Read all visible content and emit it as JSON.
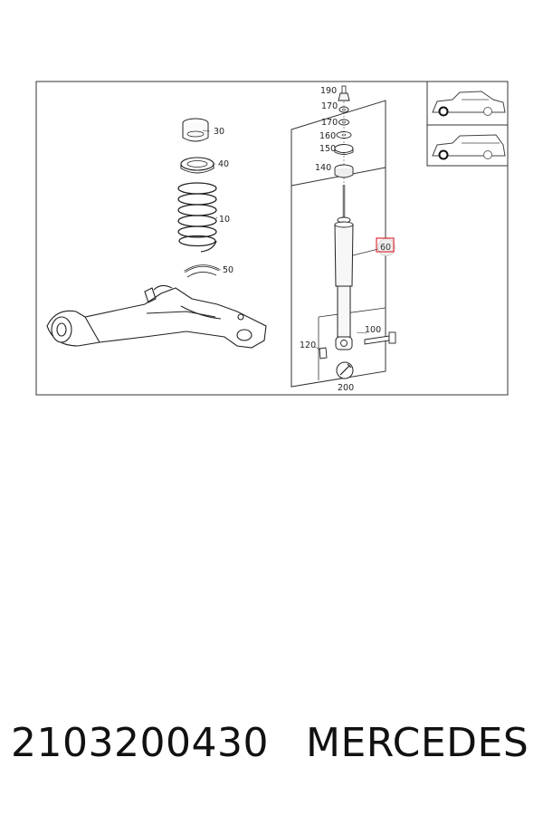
{
  "callouts": {
    "c190": "190",
    "c170a": "170",
    "c170b": "170",
    "c160": "160",
    "c150": "150",
    "c140": "140",
    "c60": "60",
    "c100": "100",
    "c120": "120",
    "c200": "200",
    "c30": "30",
    "c40": "40",
    "c10": "10",
    "c50": "50"
  },
  "variants": [
    "sedan-icon",
    "wagon-icon"
  ],
  "highlight_color": "#e0303a",
  "footer": {
    "part_number": "2103200430",
    "brand": "MERCEDES"
  }
}
